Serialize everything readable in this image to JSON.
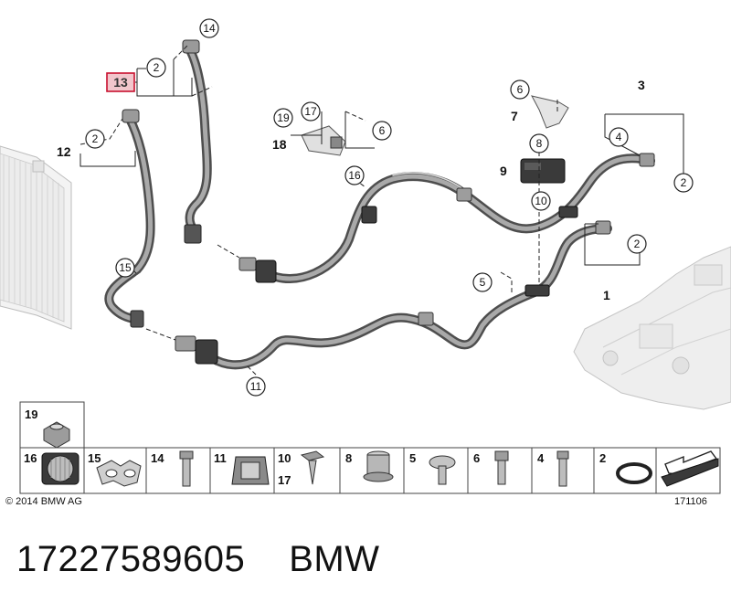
{
  "callouts": {
    "c14": "14",
    "c2a": "2",
    "c2b": "2",
    "c19": "19",
    "c17": "17",
    "c6a": "6",
    "c16": "16",
    "c6b": "6",
    "c8": "8",
    "c10": "10",
    "c4": "4",
    "c2c": "2",
    "c2d": "2",
    "c15": "15",
    "c5": "5",
    "c11": "11"
  },
  "bold_labels": {
    "b12": "12",
    "b18": "18",
    "b7": "7",
    "b9": "9",
    "b3": "3",
    "b1": "1"
  },
  "highlight_label": "13",
  "legend": {
    "top": "19",
    "items": [
      "16",
      "15",
      "14",
      "11",
      "10",
      "17",
      "8",
      "5",
      "6",
      "4",
      "2"
    ]
  },
  "copyright": "© 2014 BMW AG",
  "drawing_number": "171106",
  "footer": {
    "part_number": "17227589605",
    "brand": "BMW"
  },
  "colors": {
    "hose": "#4e4e4e",
    "highlight": "#c8102e",
    "highlight_fill": "#f2c6cc"
  }
}
